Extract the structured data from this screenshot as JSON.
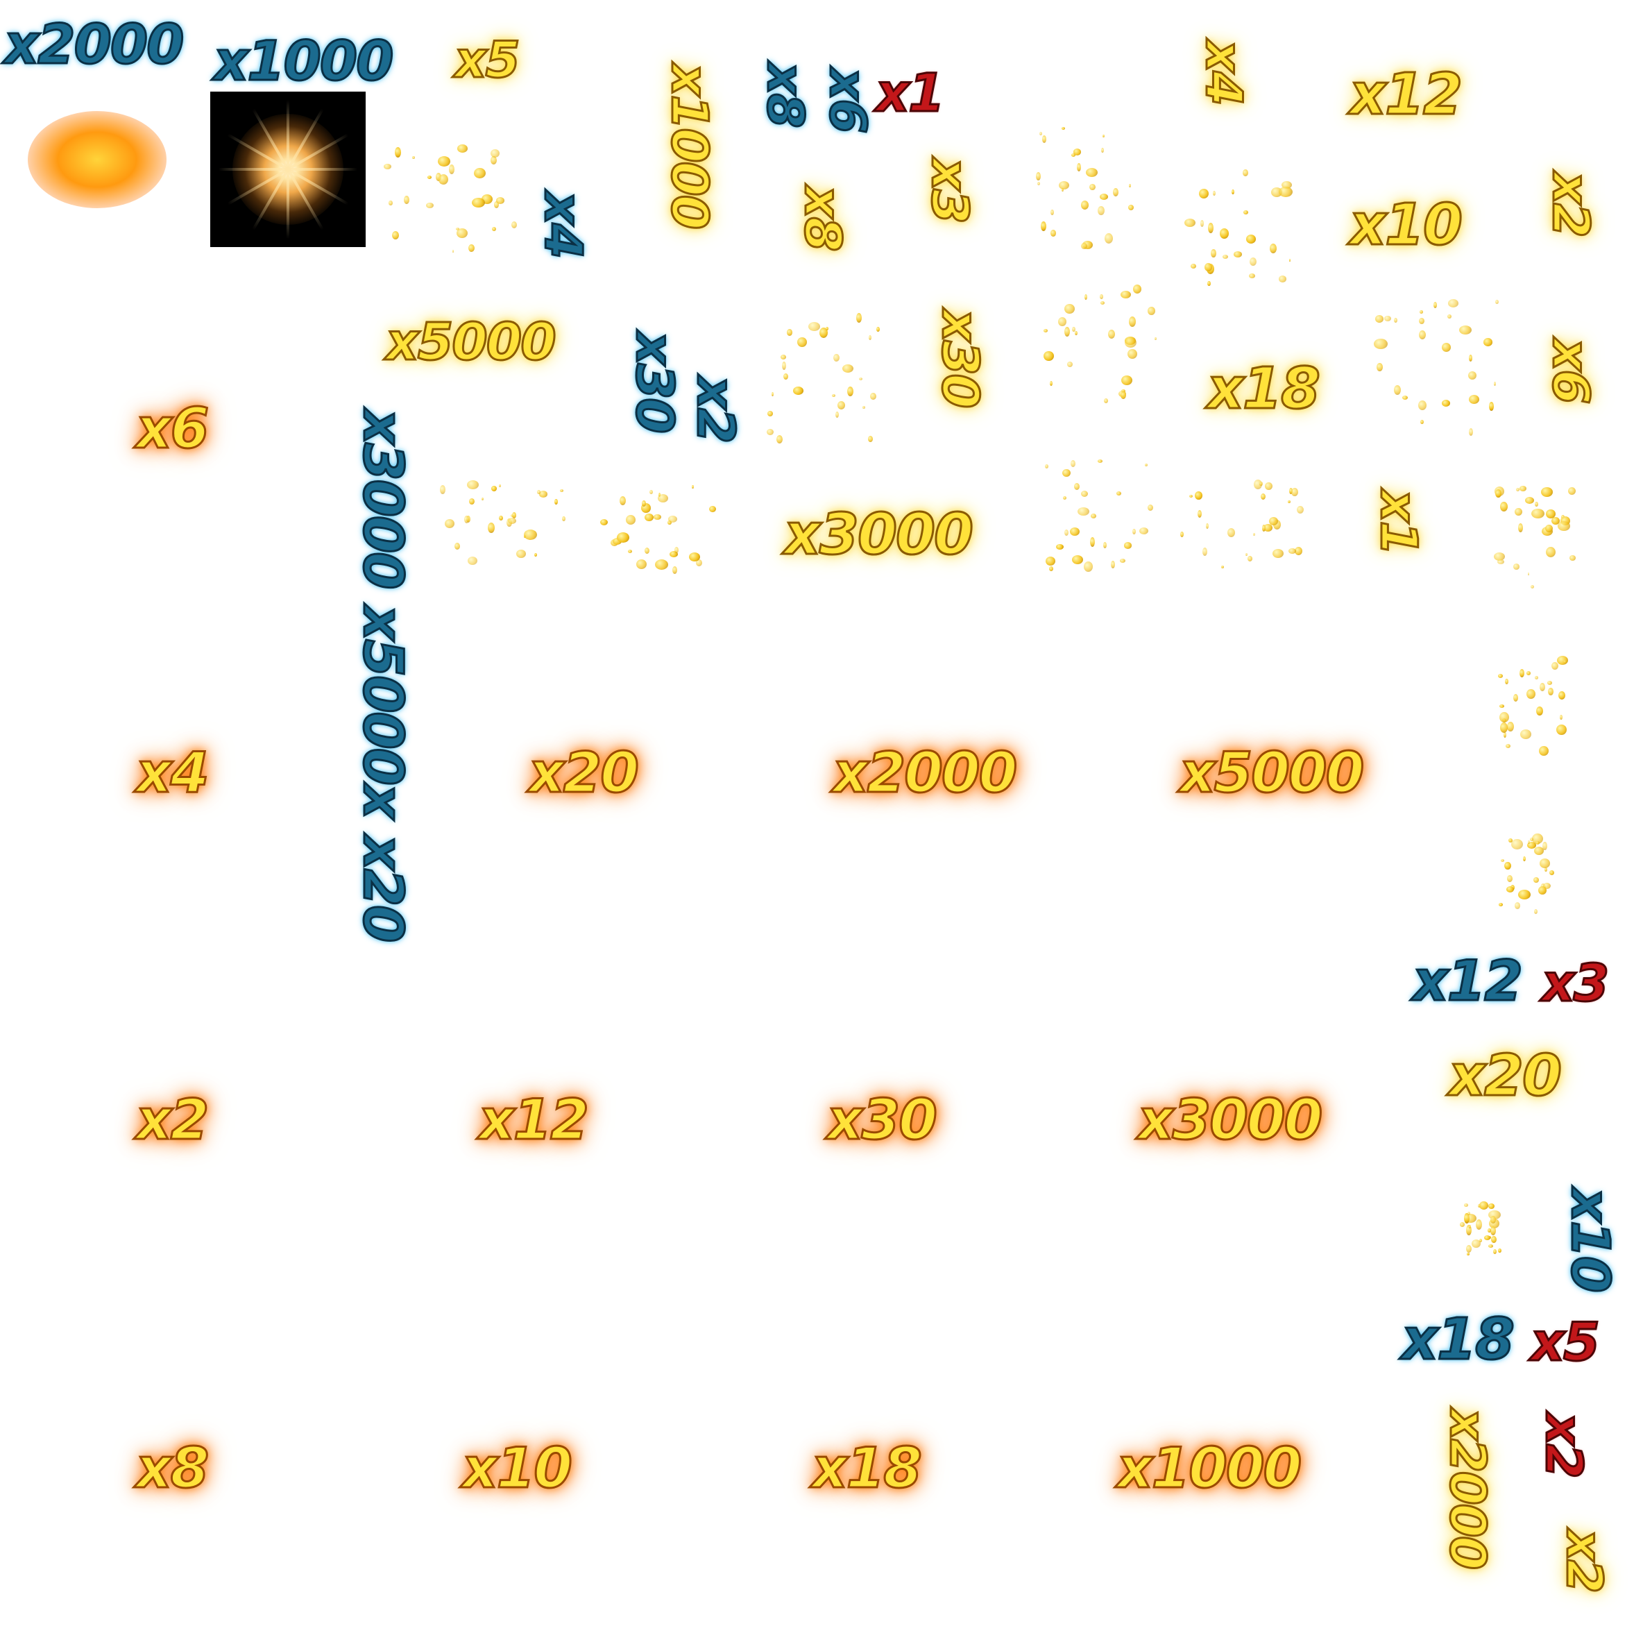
{
  "colors": {
    "blue": "#1b6b8f",
    "red": "#c3171a",
    "gold": "#ffe23a",
    "fire_glow": "#ff6a00"
  },
  "labels": {
    "blue_x2000_top": "x2000",
    "blue_x1000_top": "x1000",
    "gold_x5_top": "x5",
    "gold_x1000_vertical": "x1000",
    "blue_x8_vertical": "x8",
    "blue_x6_vertical": "x6",
    "red_x1": "x1",
    "gold_x4_vertical_top": "x4",
    "gold_x12_top": "x12",
    "blue_x4_vertical": "x4",
    "gold_x8_vertical": "x8",
    "gold_x3_vertical": "x3",
    "gold_x10_top": "x10",
    "gold_x2_vertical_right": "x2",
    "gold_x5000_top": "x5000",
    "blue_x30_vertical": "x30",
    "blue_x2_vertical": "x2",
    "gold_x30_vertical": "x30",
    "gold_x18_top": "x18",
    "gold_x6_vertical_right": "x6",
    "fire_x6": "x6",
    "blue_x3000_x5000_x20_vertical": "x3000 x5000x x20",
    "gold_x3000_mid": "x3000",
    "gold_x1_vertical": "x1",
    "fire_x4": "x4",
    "fire_x20": "x20",
    "fire_x2000": "x2000",
    "fire_x5000": "x5000",
    "blue_x12_right": "x12",
    "red_x3_right": "x3",
    "gold_x20_right": "x20",
    "fire_x2": "x2",
    "fire_x12": "x12",
    "fire_x30": "x30",
    "fire_x3000": "x3000",
    "blue_x10_vertical_right": "x10",
    "blue_x18_right": "x18",
    "red_x5_right": "x5",
    "fire_x8": "x8",
    "fire_x10": "x10",
    "fire_x18": "x18",
    "fire_x1000": "x1000",
    "gold_x2000_vertical_bottom": "x2000",
    "red_x2_vertical": "x2",
    "gold_x2_vertical_bottom": "x2"
  }
}
